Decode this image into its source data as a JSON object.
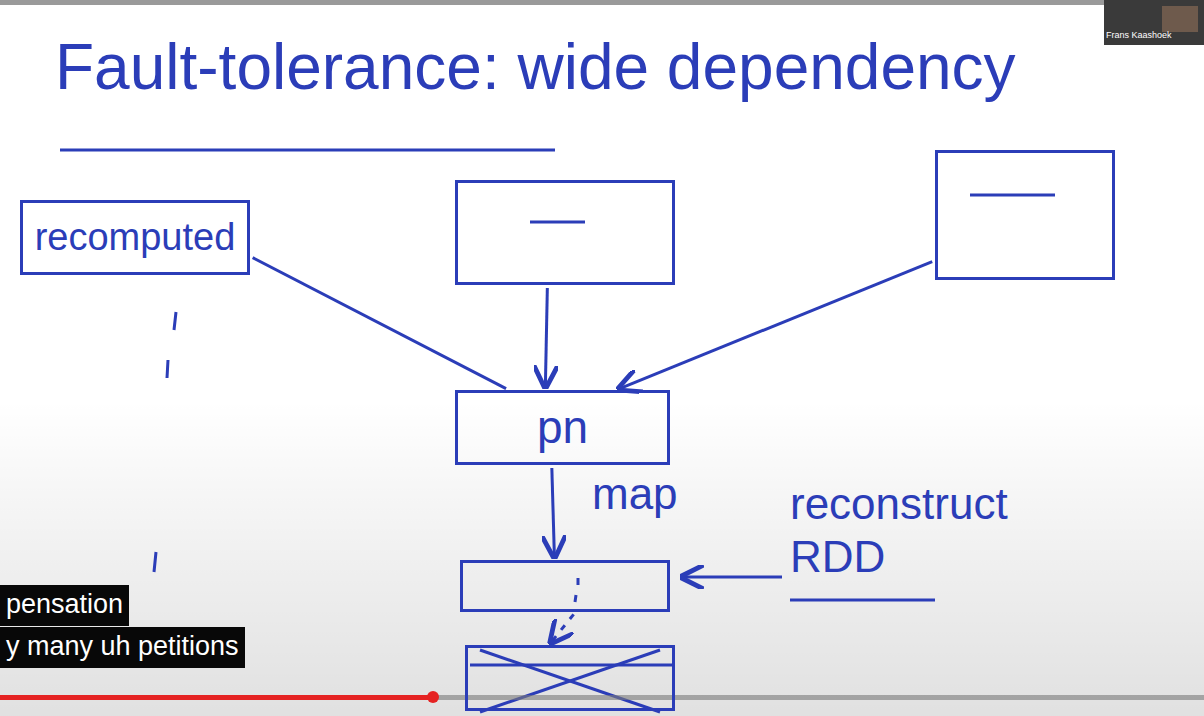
{
  "diagram": {
    "title": "Fault-tolerance: wide dependency",
    "nodes": [
      {
        "text": [
          "recomputed"
        ]
      },
      {
        "text": []
      },
      {
        "text": []
      },
      {
        "text": [
          "pn"
        ]
      },
      {
        "text": []
      },
      {
        "text": []
      }
    ],
    "edges": [
      {
        "from": 0,
        "to": 3,
        "arrow": "none"
      },
      {
        "from": 1,
        "to": 3,
        "arrow": "to"
      },
      {
        "from": 2,
        "to": 3,
        "arrow": "to"
      },
      {
        "from": 3,
        "to": 4,
        "label": "map",
        "arrow": "to"
      },
      {
        "from": 4,
        "to": 5,
        "arrow": "to"
      }
    ],
    "labels": [
      "reconstruct RDD",
      "pensation",
      "y many uh petitions",
      "Frans Kaashoek"
    ]
  }
}
